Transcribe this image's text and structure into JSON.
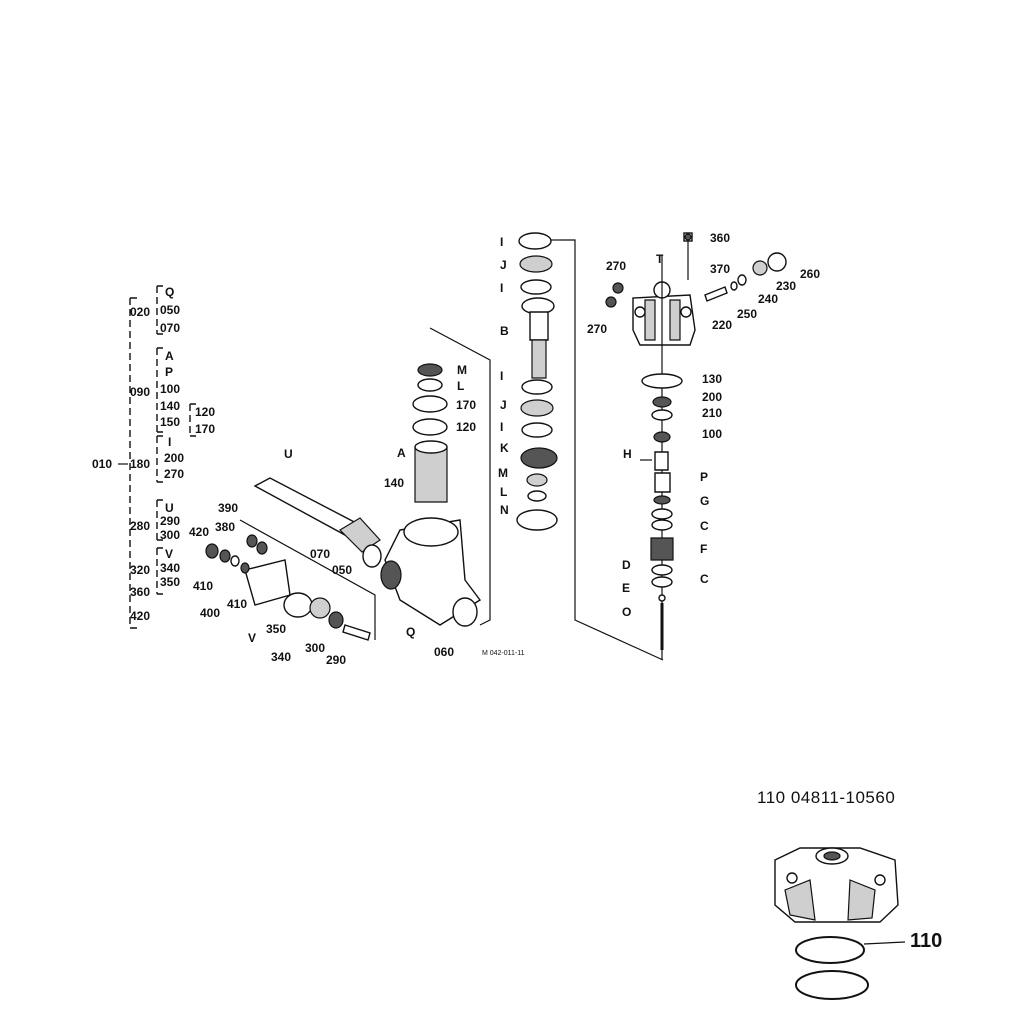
{
  "reference_number": "110 04811-10560",
  "inset_label": "110",
  "drawing_code": "M 042-011-11",
  "tree": {
    "root": "010",
    "groups": [
      {
        "name": "020",
        "children": [
          "Q",
          "050",
          "070"
        ]
      },
      {
        "name": "090",
        "children": [
          "A",
          "P",
          "100",
          "140",
          "150"
        ],
        "sub": [
          "120",
          "170"
        ]
      },
      {
        "name": "180",
        "children": [
          "I",
          "200",
          "270"
        ]
      },
      {
        "name": "280",
        "children": [
          "U",
          "290",
          "300"
        ]
      },
      {
        "name": "320",
        "children": [
          "V",
          "340",
          "350"
        ]
      },
      {
        "name": "360",
        "children": []
      },
      {
        "name": "420",
        "children": []
      }
    ]
  },
  "labels": {
    "l360": "360",
    "l270a": "270",
    "l370": "370",
    "l260": "260",
    "l230": "230",
    "l240": "240",
    "l270b": "270",
    "l250": "250",
    "l220": "220",
    "lT": "T",
    "l130": "130",
    "l200": "200",
    "l210": "210",
    "l100": "100",
    "lH": "H",
    "lP": "P",
    "lG": "G",
    "lC1": "C",
    "lF": "F",
    "lD": "D",
    "lE": "E",
    "lC2": "C",
    "lO": "O",
    "lI1": "I",
    "lJ1": "J",
    "lI2": "I",
    "lB": "B",
    "lI3": "I",
    "lJ2": "J",
    "lI4": "I",
    "lK": "K",
    "lM1": "M",
    "lL1": "L",
    "lN": "N",
    "lM2": "M",
    "lL2": "L",
    "l170": "170",
    "l120": "120",
    "lA": "A",
    "l140": "140",
    "lU": "U",
    "l390": "390",
    "l380": "380",
    "l420": "420",
    "l410a": "410",
    "l400": "400",
    "l410b": "410",
    "lV": "V",
    "l070": "070",
    "l050": "050",
    "l350": "350",
    "l340": "340",
    "l300": "300",
    "l290": "290",
    "lQ": "Q",
    "l060": "060"
  }
}
